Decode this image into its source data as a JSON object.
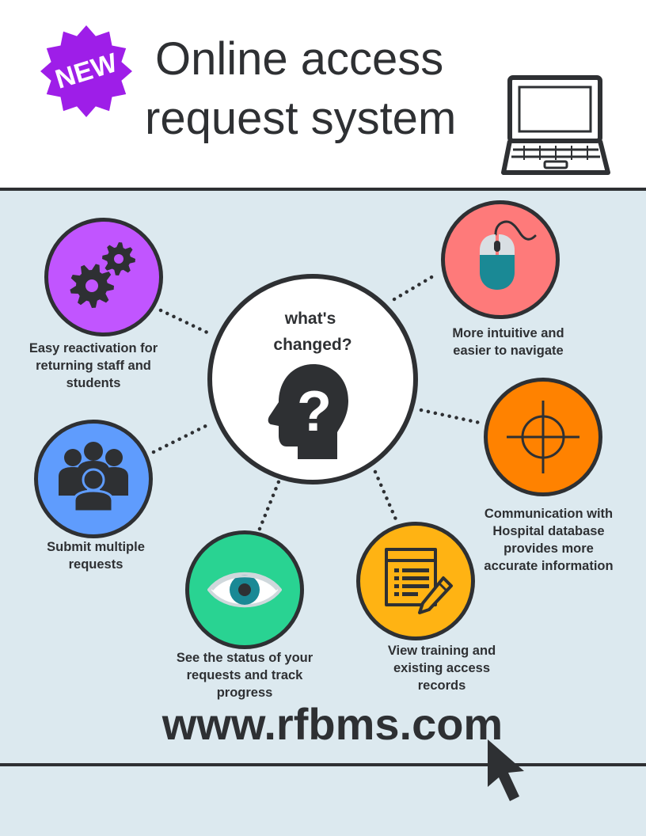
{
  "badge": {
    "text": "NEW",
    "color": "#9e1ee8"
  },
  "title": {
    "line1": "Online access",
    "line2": "request system"
  },
  "hub": {
    "line1": "what's",
    "line2": "changed?"
  },
  "features": [
    {
      "label": "Easy reactivation for returning staff and students",
      "icon": "gears-icon",
      "color": "#c155ff"
    },
    {
      "label": "Submit multiple requests",
      "icon": "group-icon",
      "color": "#5f9cfd"
    },
    {
      "label": "See the status of your requests and track progress",
      "icon": "eye-icon",
      "color": "#29d392"
    },
    {
      "label": "View training and existing access records",
      "icon": "document-pen-icon",
      "color": "#ffb313"
    },
    {
      "label": "Communication with Hospital database provides more accurate information",
      "icon": "crosshair-icon",
      "color": "#ff8200"
    },
    {
      "label": "More intuitive and easier to navigate",
      "icon": "mouse-icon",
      "color": "#fe7a7a"
    }
  ],
  "url": "www.rfbms.com",
  "colors": {
    "dark": "#2e3033",
    "panel": "#dce9ef",
    "teal": "#1a8995"
  }
}
